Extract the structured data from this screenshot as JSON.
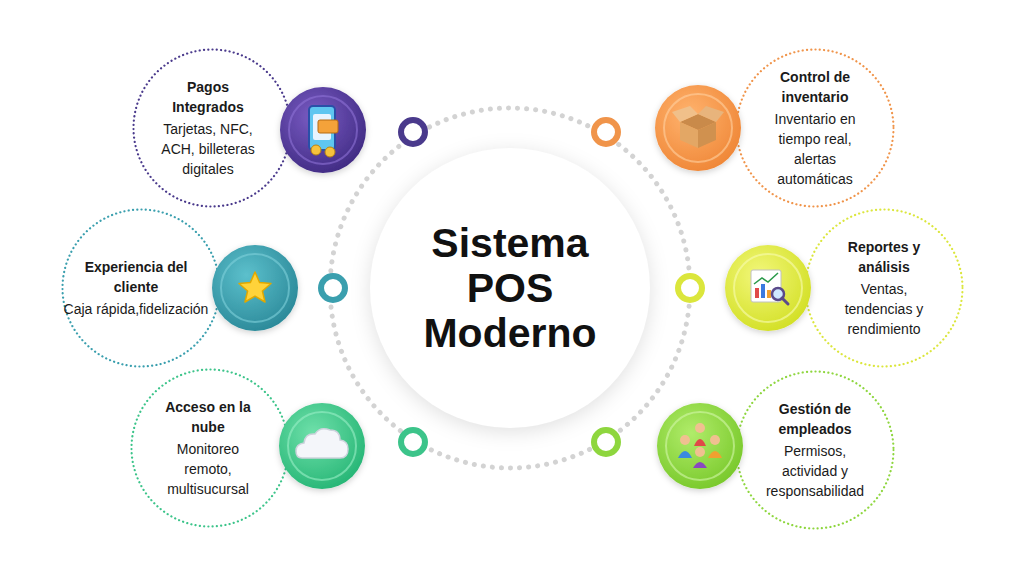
{
  "diagram": {
    "nodes": [
      {
        "text": [
          "Pagos Integrados",
          "Tarjetas, NFC, ACH, billeteras digitales"
        ]
      },
      {
        "text": [
          "Control de inventario",
          "Inventario en tiempo real, alertas automáticas"
        ]
      },
      {
        "text": [
          "Experiencia del cliente",
          "Caja rápida,fidelización"
        ]
      },
      {
        "text": [
          "Sistema POS Moderno"
        ]
      },
      {
        "text": [
          "Reportes y análisis",
          "Ventas, tendencias y rendimiento"
        ]
      },
      {
        "text": [
          "Acceso en la nube",
          "Monitoreo remoto, multisucursal"
        ]
      },
      {
        "text": [
          "Gestión de empleados",
          "Permisos, actividad y responsabilidad"
        ]
      }
    ]
  }
}
